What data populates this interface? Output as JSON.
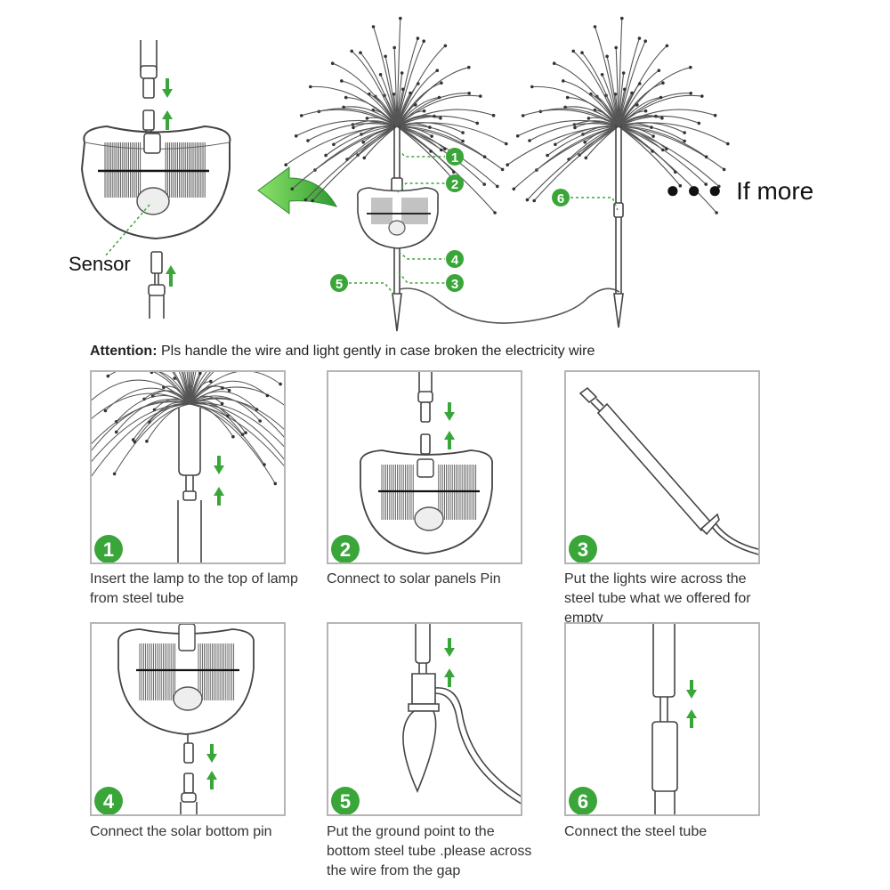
{
  "hero": {
    "sensor_label": "Sensor",
    "if_more": "If more",
    "callouts": [
      "1",
      "2",
      "3",
      "4",
      "5",
      "6"
    ]
  },
  "attention": {
    "heading": "Attention:",
    "text": "Pls handle the wire and light gently in case broken the electricity wire"
  },
  "steps": [
    {
      "number": "1",
      "caption": "Insert the lamp to the top of lamp from steel tube"
    },
    {
      "number": "2",
      "caption": "Connect to solar panels Pin"
    },
    {
      "number": "3",
      "caption": "Put the lights wire across the steel tube what we offered for empty"
    },
    {
      "number": "4",
      "caption": "Connect the solar bottom pin"
    },
    {
      "number": "5",
      "caption": "Put the ground point to the bottom steel tube .please across the wire from the gap"
    },
    {
      "number": "6",
      "caption": "Connect the steel tube"
    }
  ],
  "colors": {
    "accent": "#3aa63a",
    "frame": "#b5b5b5",
    "line": "#444444"
  }
}
